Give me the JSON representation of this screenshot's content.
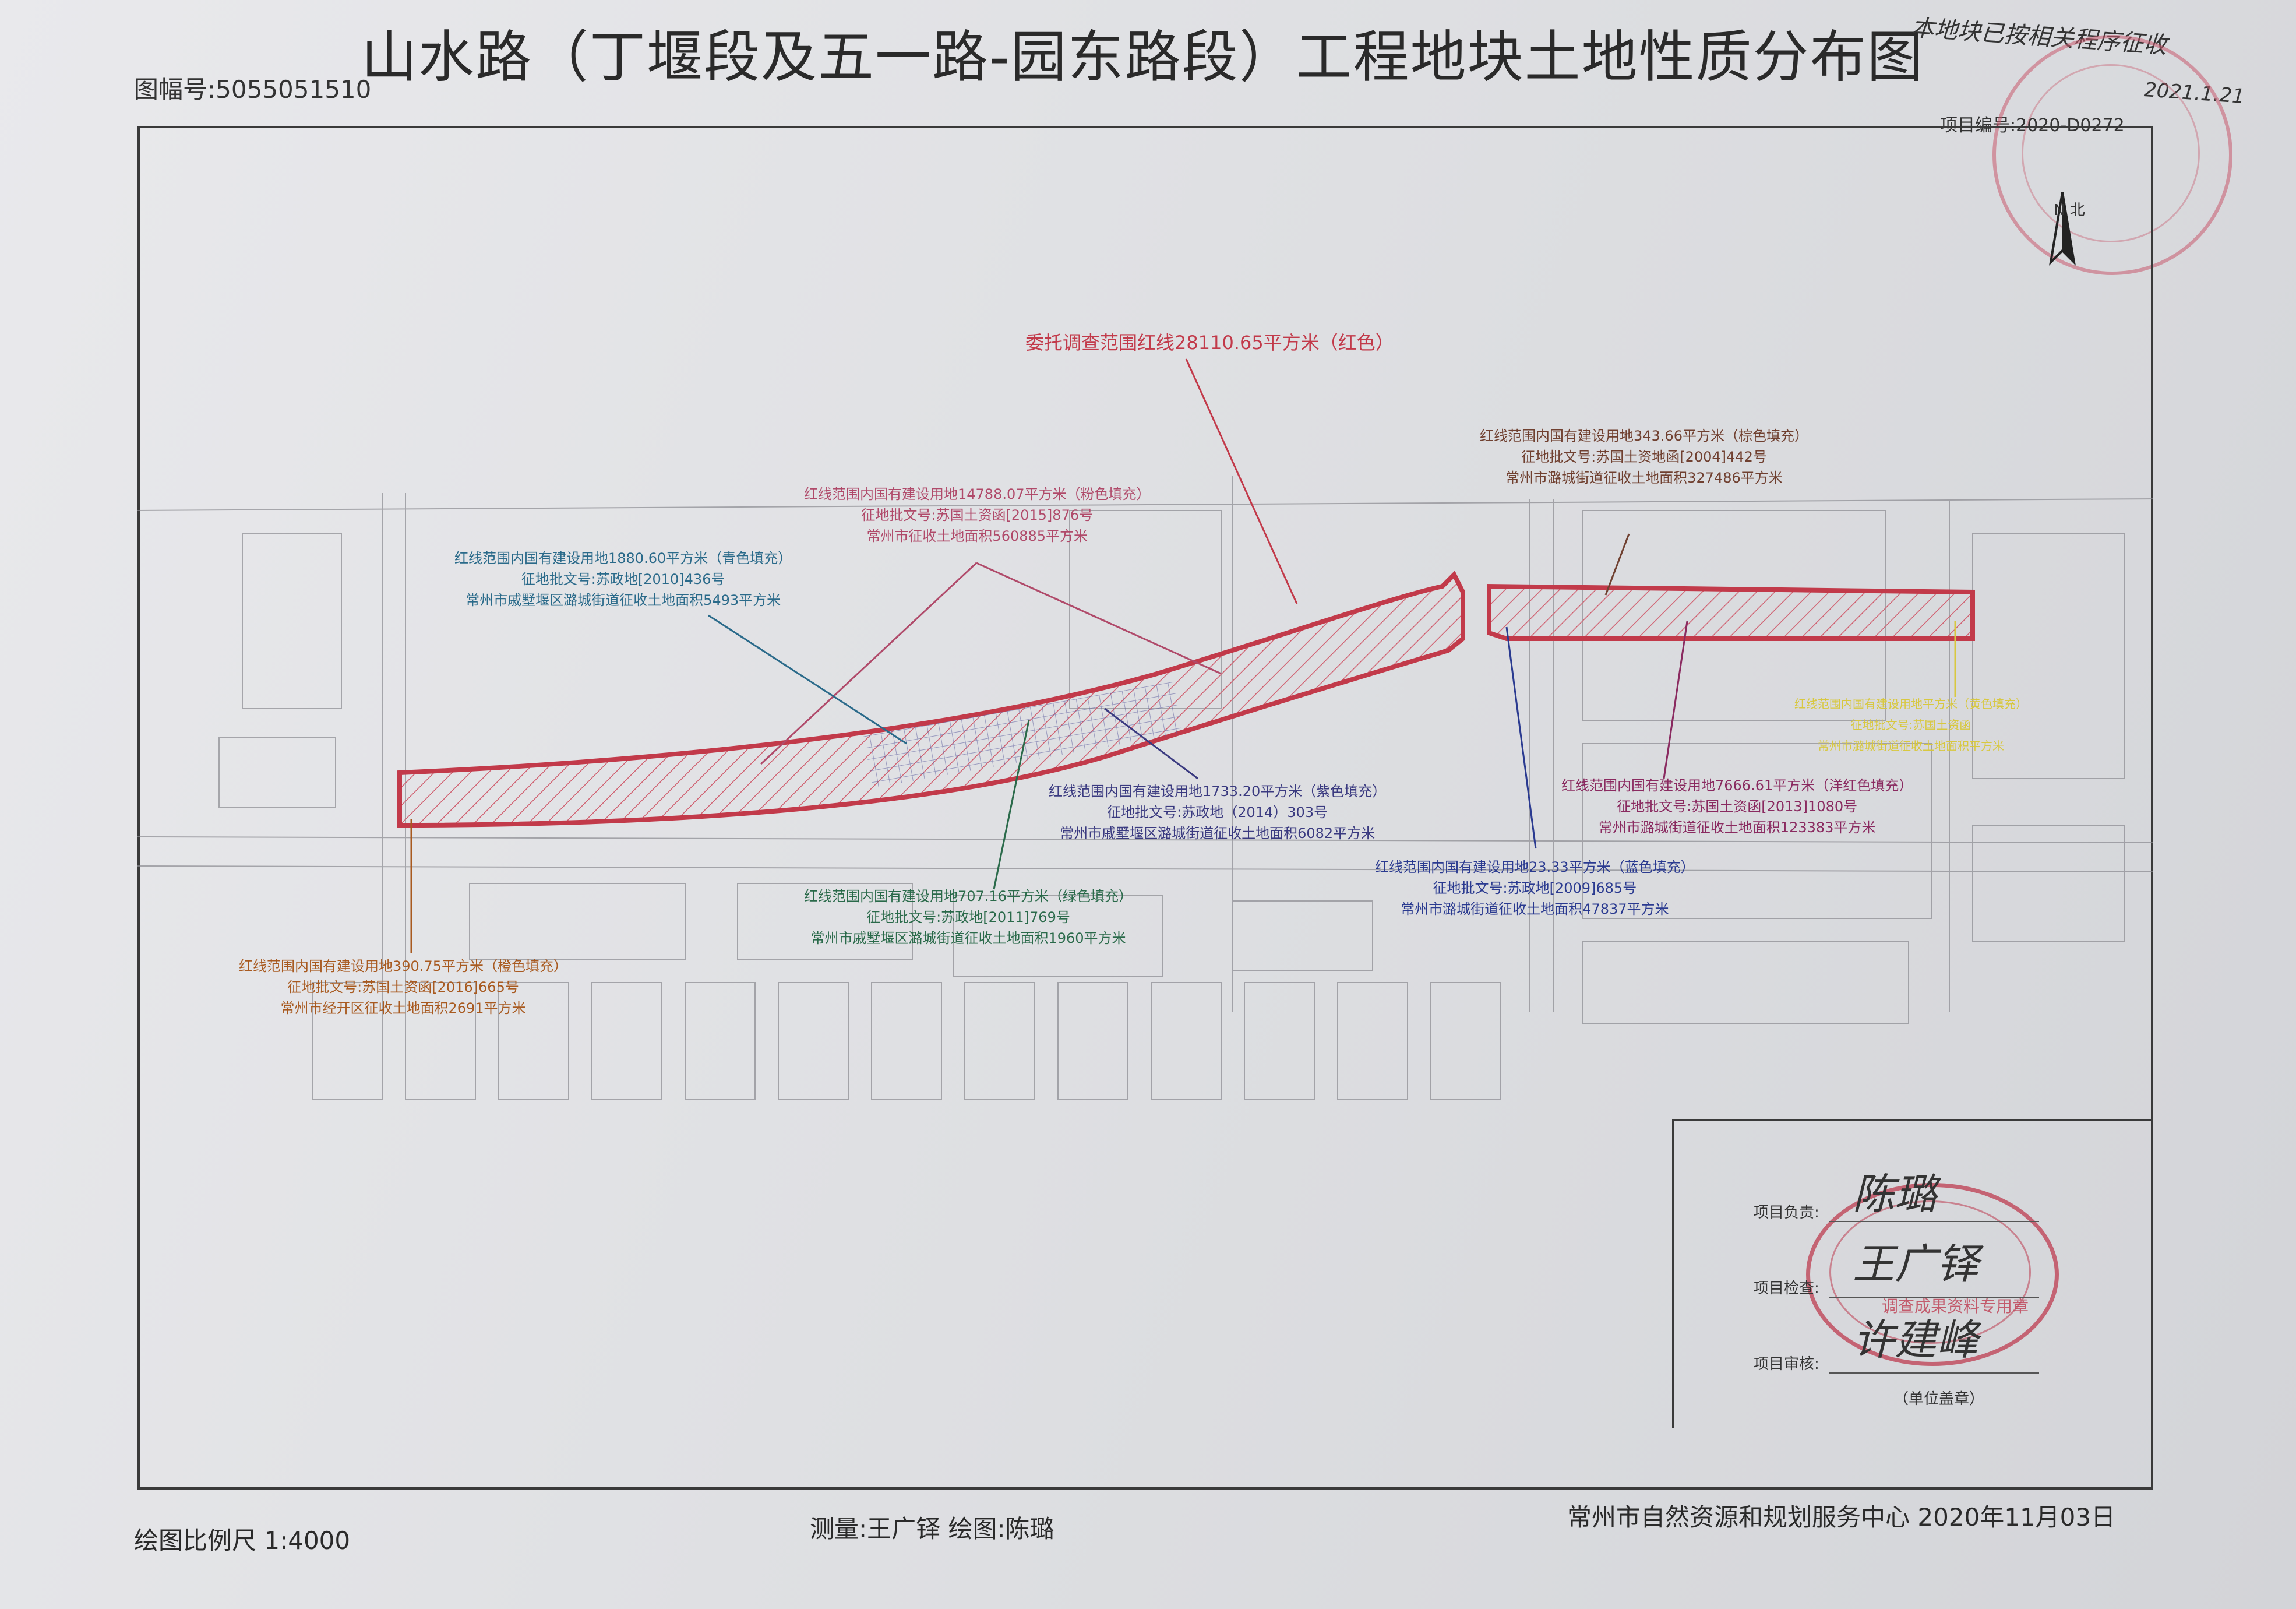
{
  "title": "山水路（丁堰段及五一路-园东路段）工程地块土地性质分布图",
  "sheet_no": "图幅号:5055051510",
  "project_no": "项目编号:2020-D0272",
  "handwritten_note": "本地块已按相关程序征收",
  "handwritten_date": "2021.1.21",
  "north_label": "N 北",
  "annotations": {
    "red_main": "委托调查范围红线28110.65平方米（红色）",
    "brown": [
      "红线范围内国有建设用地343.66平方米（棕色填充）",
      "征地批文号:苏国土资地函[2004]442号",
      "常州市潞城街道征收土地面积327486平方米"
    ],
    "pink": [
      "红线范围内国有建设用地14788.07平方米（粉色填充）",
      "征地批文号:苏国土资函[2015]876号",
      "常州市征收土地面积560885平方米"
    ],
    "cyan": [
      "红线范围内国有建设用地1880.60平方米（青色填充）",
      "征地批文号:苏政地[2010]436号",
      "常州市戚墅堰区潞城街道征收土地面积5493平方米"
    ],
    "purple": [
      "红线范围内国有建设用地1733.20平方米（紫色填充）",
      "征地批文号:苏政地（2014）303号",
      "常州市戚墅堰区潞城街道征收土地面积6082平方米"
    ],
    "magenta": [
      "红线范围内国有建设用地7666.61平方米（洋红色填充）",
      "征地批文号:苏国土资函[2013]1080号",
      "常州市潞城街道征收土地面积123383平方米"
    ],
    "blue": [
      "红线范围内国有建设用地23.33平方米（蓝色填充）",
      "征地批文号:苏政地[2009]685号",
      "常州市潞城街道征收土地面积47837平方米"
    ],
    "green": [
      "红线范围内国有建设用地707.16平方米（绿色填充）",
      "征地批文号:苏政地[2011]769号",
      "常州市戚墅堰区潞城街道征收土地面积1960平方米"
    ],
    "orange": [
      "红线范围内国有建设用地390.75平方米（橙色填充）",
      "征地批文号:苏国土资函[2016]665号",
      "常州市经开区征收土地面积2691平方米"
    ],
    "yellow": [
      "红线范围内国有建设用地平方米（黄色填充）",
      "征地批文号:苏国土资函",
      "常州市潞城街道征收土地面积平方米"
    ]
  },
  "signoff": {
    "lead_label": "项目负责:",
    "lead_sig": "陈璐",
    "check_label": "项目检查:",
    "check_sig": "王广铎",
    "review_label": "项目审核:",
    "review_sig": "许建峰",
    "stamp_text": "调查成果资料专用章",
    "unit_seal": "（单位盖章）"
  },
  "footer": {
    "scale": "绘图比例尺  1:4000",
    "survey": "测量:王广铎    绘图:陈璐",
    "org_date": "常州市自然资源和规划服务中心  2020年11月03日"
  },
  "colors": {
    "red_line": "#c23a4a",
    "hatch": "#d06070",
    "map_lines": "#8a8a90"
  }
}
